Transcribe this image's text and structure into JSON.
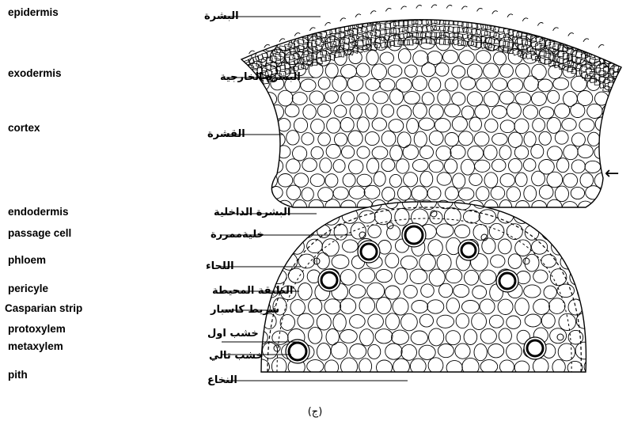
{
  "caption": "(ج)",
  "labels": [
    {
      "en": "epidermis",
      "ar": "البشرة"
    },
    {
      "en": "exodermis",
      "ar": "البشرة الخارجية"
    },
    {
      "en": "cortex",
      "ar": "القشرة"
    },
    {
      "en": "endodermis",
      "ar": "البشرة الداخلية"
    },
    {
      "en": "passage cell",
      "ar": "خليةممررة"
    },
    {
      "en": "phloem",
      "ar": "اللحاء"
    },
    {
      "en": "pericyle",
      "ar": "الطبقة المحيطة"
    },
    {
      "en": "Casparian strip",
      "ar": "شريط كاسبار"
    },
    {
      "en": "protoxylem",
      "ar": "خشب اول"
    },
    {
      "en": "metaxylem",
      "ar": "خشب تالي"
    },
    {
      "en": "pith",
      "ar": "النخاع"
    }
  ],
  "arrow_symbol": "←"
}
